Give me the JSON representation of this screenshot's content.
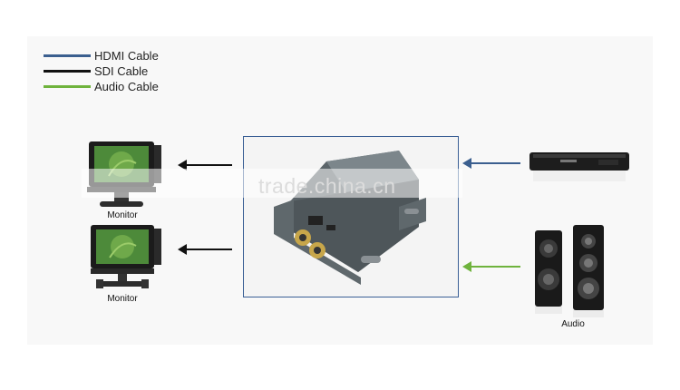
{
  "legend": [
    {
      "label": "HDMI Cable",
      "color": "#3b5f8f"
    },
    {
      "label": "SDI Cable",
      "color": "#111111"
    },
    {
      "label": "Audio Cable",
      "color": "#6fb33d"
    }
  ],
  "devices": {
    "monitor_top": {
      "label": "Monitor"
    },
    "monitor_bottom": {
      "label": "Monitor"
    },
    "audio": {
      "label": "Audio"
    }
  },
  "watermark": "trade.china.cn"
}
